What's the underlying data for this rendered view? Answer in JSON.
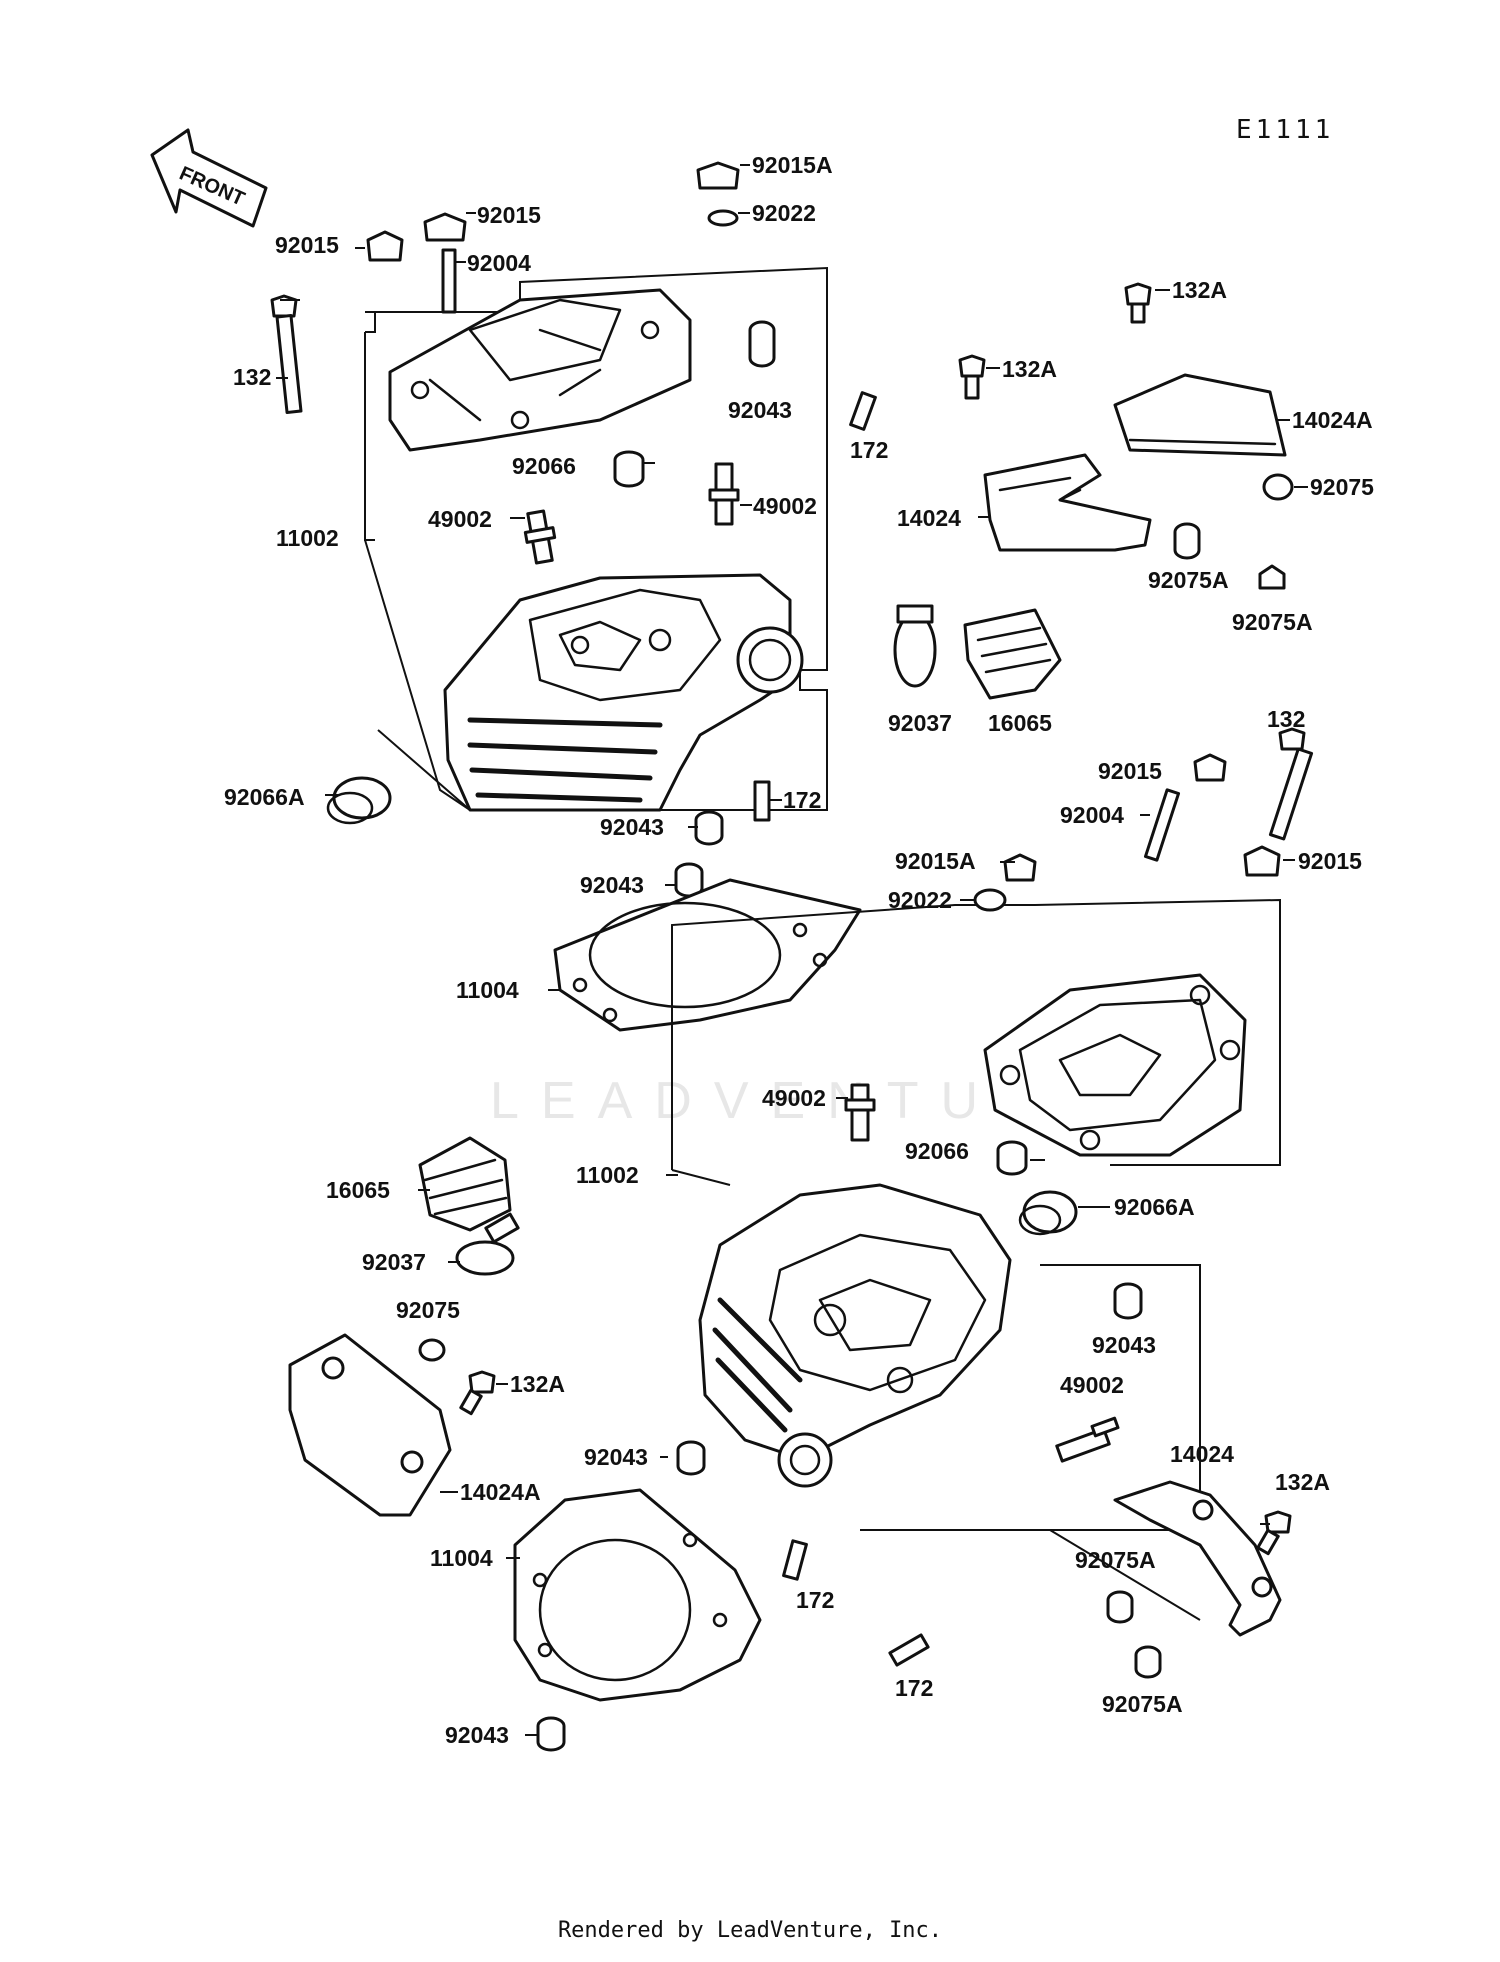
{
  "diagram_code": "E1111",
  "front_arrow_text": "FRONT",
  "watermark": "LEADVENTURE",
  "footer": "Rendered by LeadVenture, Inc.",
  "callouts": [
    "92015A",
    "92022",
    "92015",
    "92015",
    "92004",
    "132",
    "92043",
    "172",
    "92066",
    "49002",
    "49002",
    "11002",
    "92037",
    "16065",
    "92066A",
    "172",
    "92043",
    "92043",
    "11004",
    "132A",
    "132A",
    "14024A",
    "92075",
    "14024",
    "92075A",
    "92075A",
    "132",
    "92015",
    "92004",
    "92015A",
    "92015",
    "92022",
    "49002",
    "11002",
    "92066",
    "16065",
    "92066A",
    "92037",
    "92043",
    "92075",
    "49002",
    "132A",
    "92043",
    "14024A",
    "14024",
    "132A",
    "11004",
    "172",
    "92075A",
    "172",
    "92043",
    "92075A"
  ]
}
